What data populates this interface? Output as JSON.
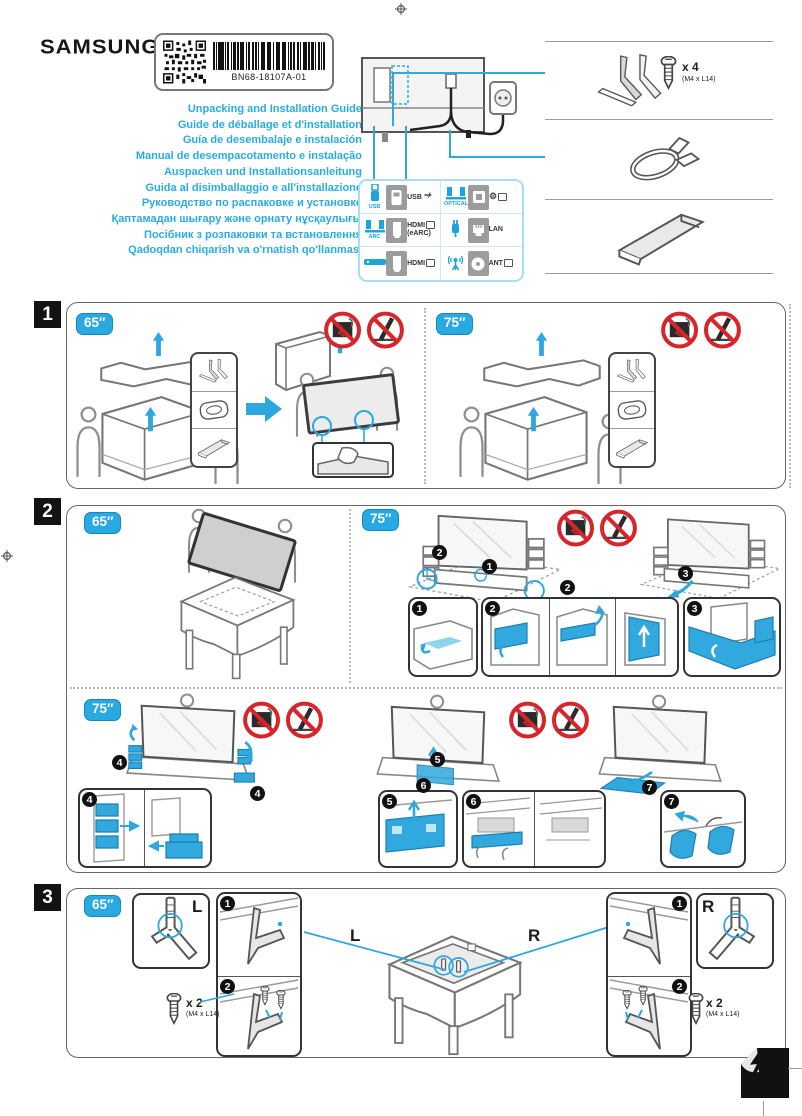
{
  "header": {
    "brand": "SAMSUNG",
    "part_number": "BN68-18107A-01",
    "titles": [
      "Unpacking and Installation Guide",
      "Guide de déballage et d'installation",
      "Guía de desembalaje e instalación",
      "Manual de desempacotamento e instalação",
      "Auspacken und Installationsanleitung",
      "Guida al disimballaggio e all'installazione",
      "Руководство по распаковке и установке",
      "Қаптамадан шығару және орнату нұсқаулығы",
      "Посібник з розпаковки та встановлення",
      "Qadoqdan chiqarish va o'rnatish qo'llanmasi"
    ]
  },
  "glyphs": {
    "gear": "⚙"
  },
  "ports": {
    "usb": {
      "icon_label": "USB",
      "label": "USB"
    },
    "optical": {
      "icon_label": "OPTICAL"
    },
    "hdmi_earc": {
      "icon_label": "ARC",
      "label": "HDMI",
      "label2": "(eARC)"
    },
    "lan": {
      "label": "LAN"
    },
    "hdmi": {
      "label": "HDMI"
    },
    "ant": {
      "label": "ANT"
    }
  },
  "parts": {
    "screw_count": "x 4",
    "screw_spec": "(M4 x L14)"
  },
  "step1": {
    "number": "1",
    "size_left": "65″",
    "size_right": "75″"
  },
  "step2": {
    "number": "2",
    "size_left": "65″",
    "size_right": "75″",
    "size_bottom": "75″"
  },
  "step3": {
    "number": "3",
    "size": "65″",
    "left_letter": "L",
    "right_letter": "R",
    "screw_count": "x 2",
    "screw_spec": "(M4 x L14)"
  },
  "markers": {
    "m1": "1",
    "m2": "2",
    "m3": "3",
    "m4": "4",
    "m5": "5",
    "m6": "6",
    "m7": "7"
  }
}
